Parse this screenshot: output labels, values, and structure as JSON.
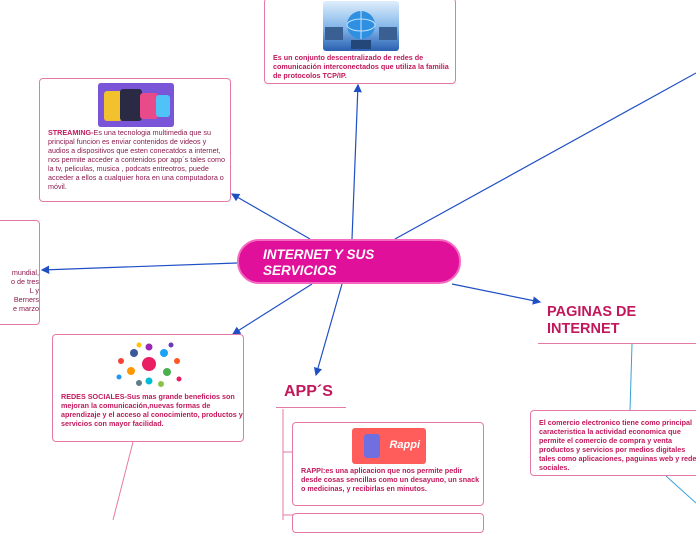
{
  "central_topic": "INTERNET Y SUS SERVICIOS",
  "top_card": {
    "text": "Es un conjunto descentralizado de redes de comunicación interconectados que utiliza la familia de protocolos TCP/IP."
  },
  "streaming_card": {
    "title": "STREAMING-",
    "text": "Es una tecnologia multimedia que su principal funcion es enviar contenidos de videos y audios a dispositivos que esten conecatdos a internet, nos permite acceder a contenidos por app´s tales como la tv, peliculas, musica , podcats entreotros, puede acceder a ellos a cualquier hora en una computadora o móvil."
  },
  "left_card": {
    "lines": [
      "mundial,",
      "o de tres",
      "L y",
      "Berners",
      "e marzo"
    ]
  },
  "redes_card": {
    "title": "REDES SOCIALES-",
    "text": "Sus mas grande beneficios son mejoran la comunicación,nuevas formas de aprendizaje y el acceso al conocimiento, productos y servicios con mayor facilidad."
  },
  "apps": {
    "heading": "APP´S",
    "rappi_logo_text": "Rappi",
    "rappi_title": "RAPPI:",
    "rappi_text": "es una aplicacion que nos permite pedir desde cosas sencillas como un desayuno, un snack o medicinas, y recibirlas en minutos."
  },
  "paginas": {
    "heading": "PAGINAS DE INTERNET",
    "text": "El comercio electronico tiene como principal caracteristica la actividad economica que permite el comercio de compra y venta productos y servicios por medios digitales tales como aplicaciones, paguinas web y redes sociales."
  },
  "colors": {
    "central": "#e0109a",
    "pink_text": "#c2185b",
    "blue_text": "#1a3fa0",
    "connector": "#1f4fc4",
    "card_border": "#e57aa7"
  }
}
